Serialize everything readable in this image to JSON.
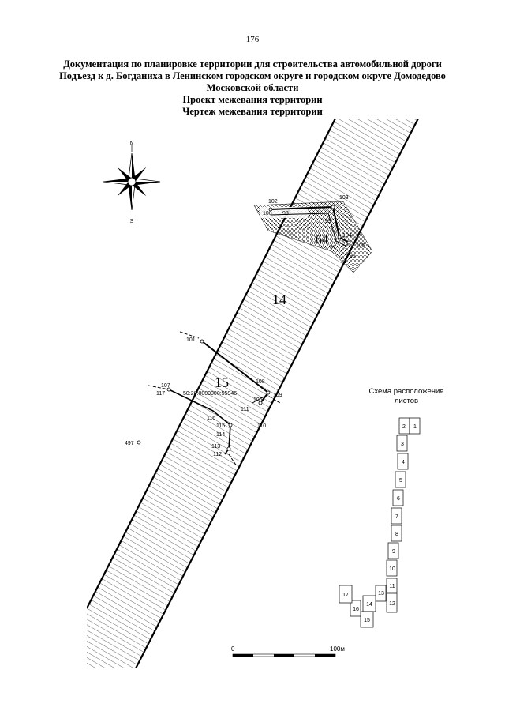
{
  "page_number": "176",
  "header": {
    "line1": "Документация по планировке территории для строительства автомобильной дороги",
    "line2": "Подъезд к д. Богданиха в Ленинском городском округе и городском округе Домодедово",
    "line3": "Московской области",
    "line4": "Проект межевания территории",
    "line5": "Чертеж межевания территории"
  },
  "compass": {
    "north": "N",
    "south": "S"
  },
  "parcels": {
    "p14": "14",
    "p15": "15",
    "p64": "64"
  },
  "cadastral_number": "50:28:0000000:55946",
  "points": {
    "p102": "102",
    "p103": "103",
    "p99": "99",
    "p98": "98",
    "p100": "100",
    "p104": "104",
    "p105": "105",
    "p97": "97",
    "p96": "96",
    "p101": "101",
    "p107": "107",
    "p117": "117",
    "p108": "108",
    "p109": "109",
    "p106": "106",
    "p111": "111",
    "p110": "110",
    "p116": "116",
    "p115": "115",
    "p114": "114",
    "p113": "113",
    "p112": "112",
    "p497": "497"
  },
  "scheme": {
    "title_line1": "Схема расположения",
    "title_line2": "листов",
    "sheets": [
      "1",
      "2",
      "3",
      "4",
      "5",
      "6",
      "7",
      "8",
      "9",
      "10",
      "11",
      "12",
      "13",
      "14",
      "15",
      "16",
      "17"
    ]
  },
  "scale_bar": {
    "start": "0",
    "end": "100м"
  }
}
